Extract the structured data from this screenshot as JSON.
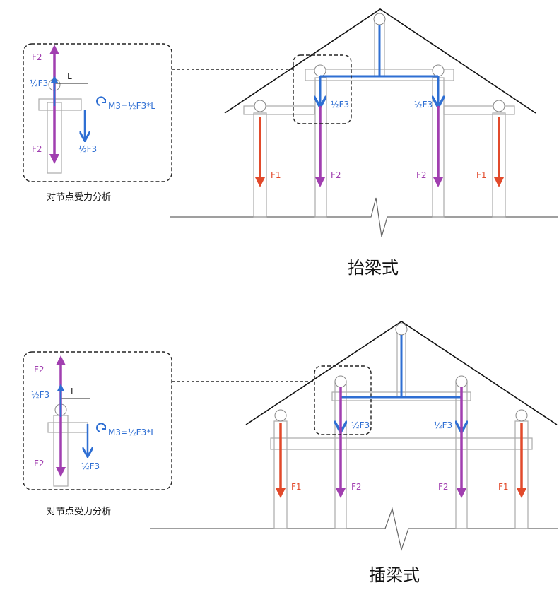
{
  "colors": {
    "red": "#e24a2b",
    "purple": "#a13fb0",
    "blue": "#2f6fd3",
    "line": "#222222",
    "gray": "#b8b8b8"
  },
  "top": {
    "caption": "抬梁式",
    "inset_caption": "对节点受力分析",
    "inset": {
      "f2_top": "F2",
      "f3_up": "½F3",
      "L": "L",
      "moment": "M3=½F3*L",
      "f3_down": "½F3",
      "f2_bottom": "F2"
    },
    "main": {
      "f3_left": "½F3",
      "f3_right": "½F3",
      "f1_left": "F1",
      "f2_left": "F2",
      "f2_right": "F2",
      "f1_right": "F1"
    }
  },
  "bottom": {
    "caption": "插梁式",
    "inset_caption": "对节点受力分析",
    "inset": {
      "f2_top": "F2",
      "f3_up": "½F3",
      "L": "L",
      "moment": "M3=½F3*L",
      "f3_down": "½F3",
      "f2_bottom": "F2"
    },
    "main": {
      "f3_left": "½F3",
      "f3_right": "½F3",
      "f1_left": "F1",
      "f2_left": "F2",
      "f2_right": "F2",
      "f1_right": "F1"
    }
  }
}
